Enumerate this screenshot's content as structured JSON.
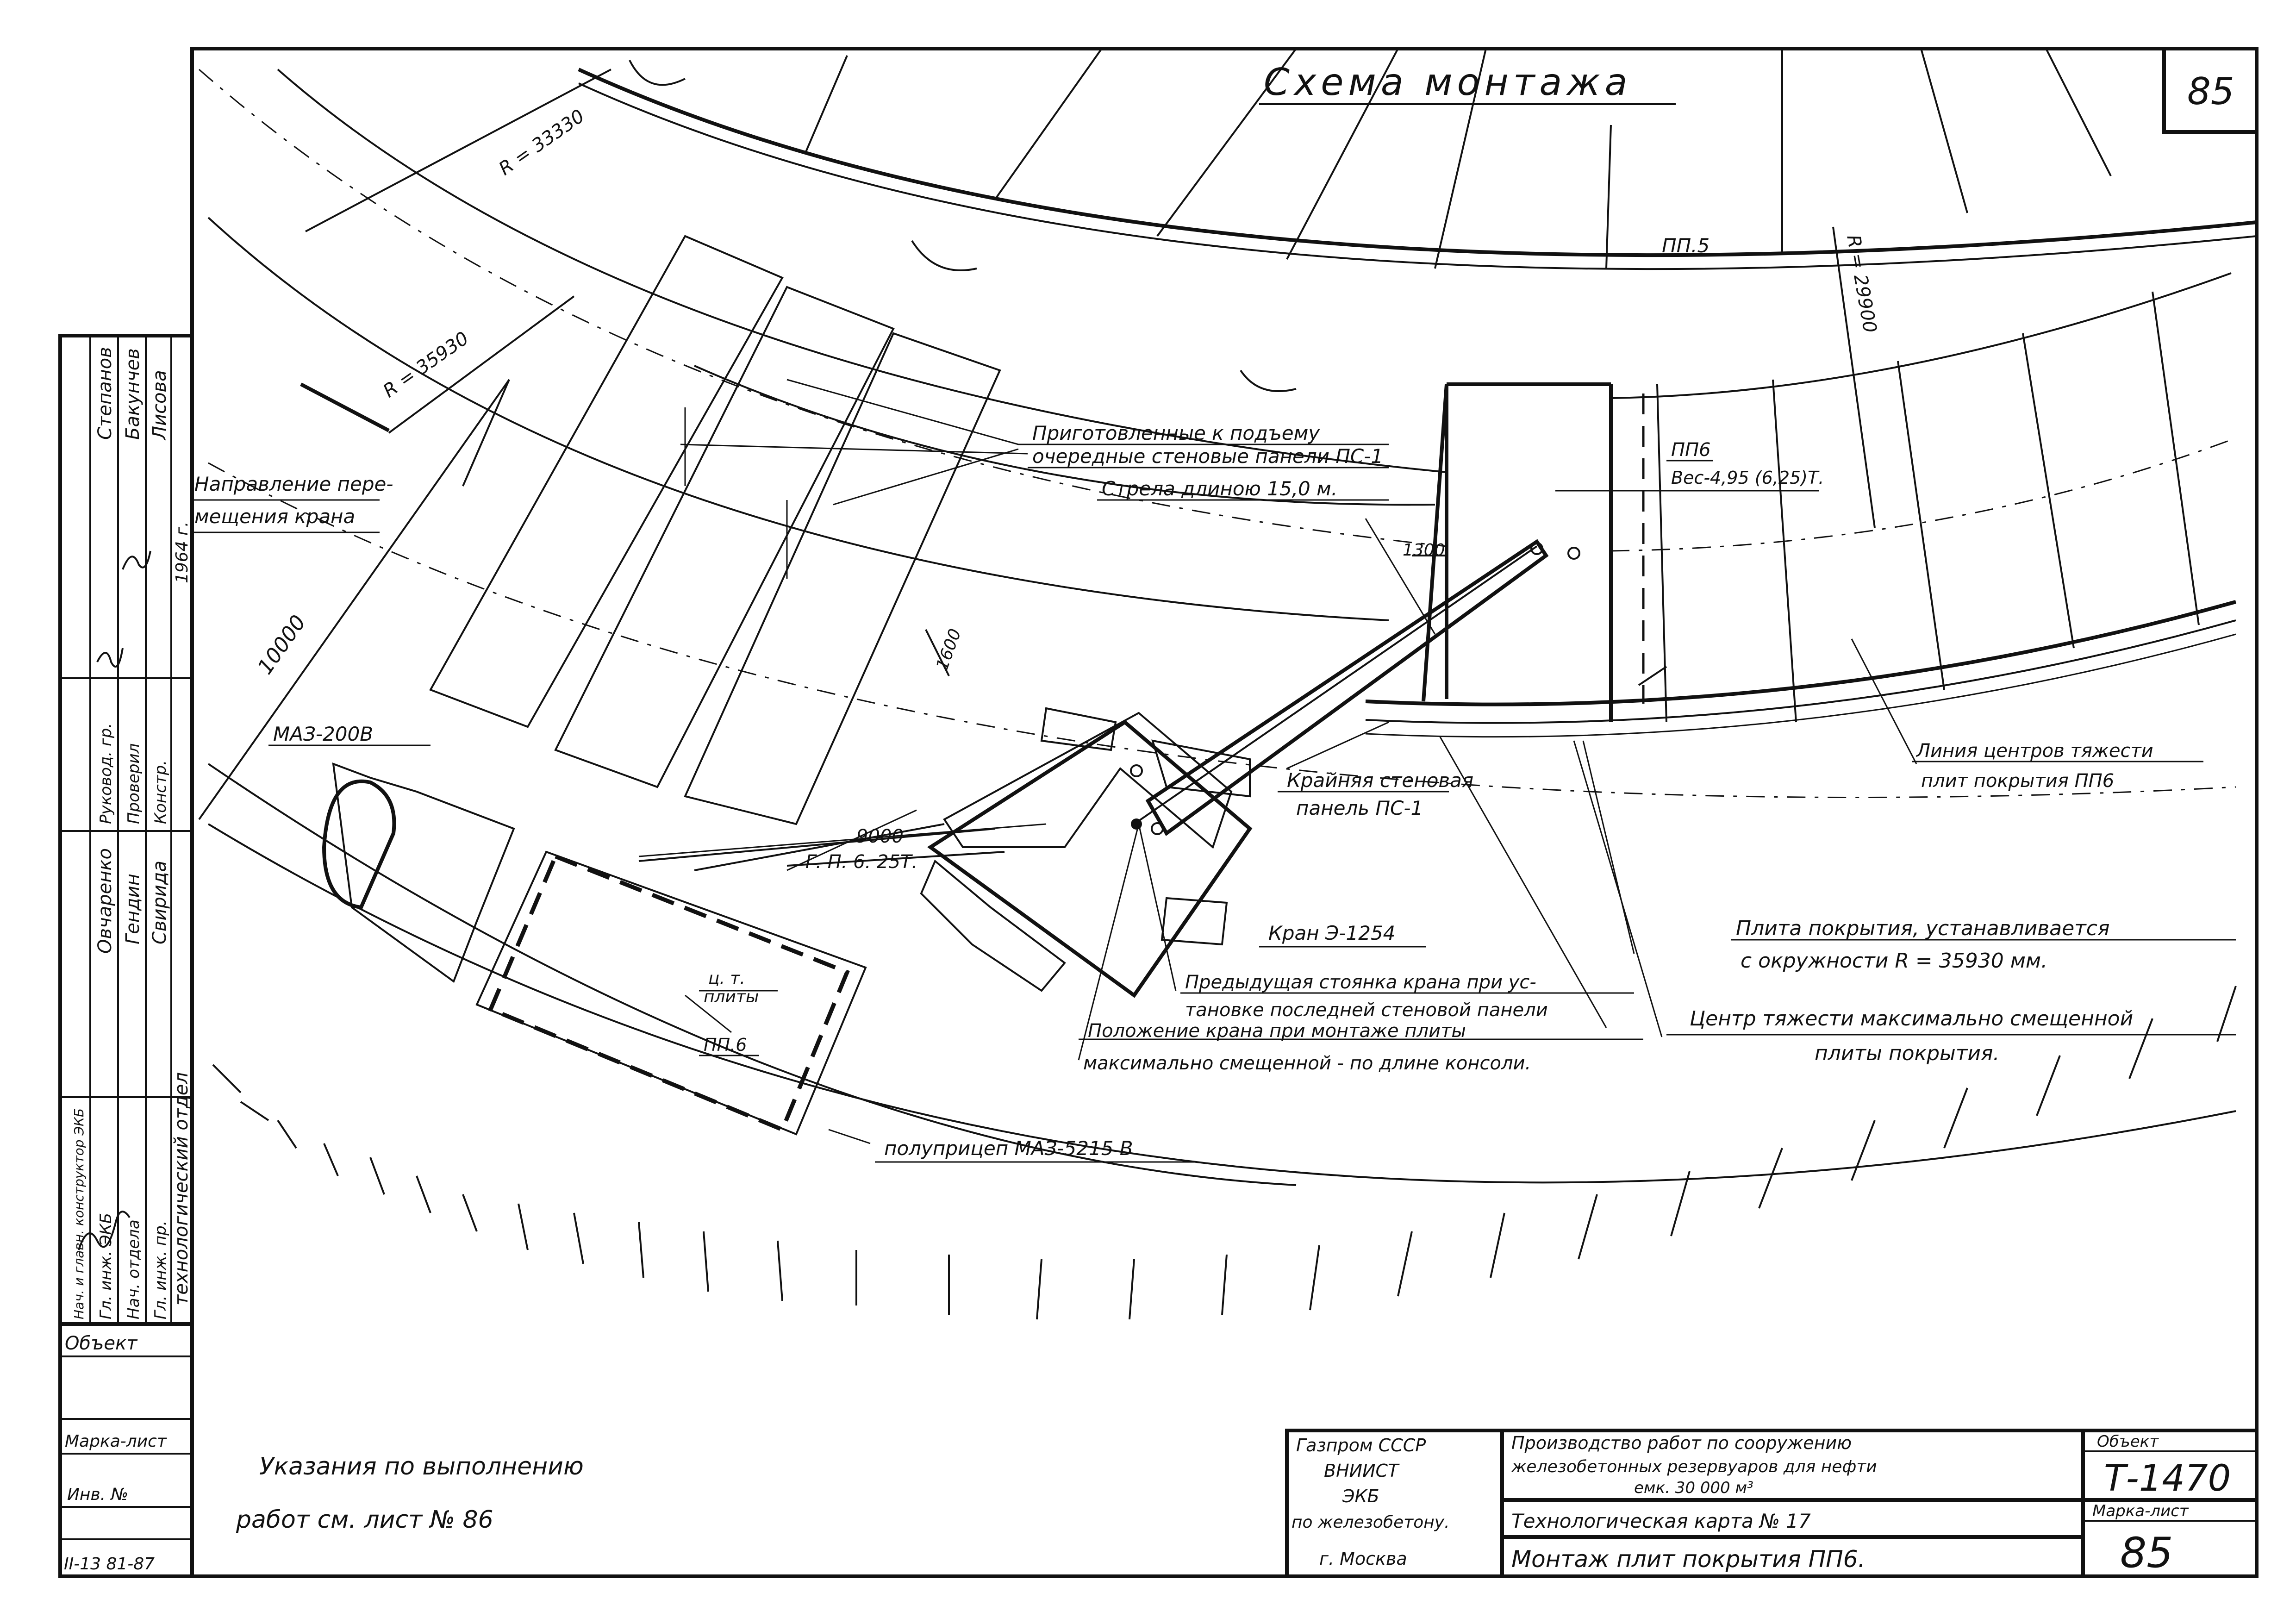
{
  "title": "Схема монтажа",
  "sheet_number_corner": "85",
  "radius_labels": {
    "r_outer_top": "R = 33330",
    "r_inner_left": "R = 35930",
    "r_tank": "R = 29900"
  },
  "dimensions": {
    "d10000": "10000",
    "d1300": "1300",
    "d1600": "1600",
    "d9000": "9000",
    "gp": "Г. П. 6. 25Т."
  },
  "callouts": {
    "pp5": "ПП.5",
    "pp6_top": "ПП6",
    "pp6_weight": "Вес-4,95 (6,25)Т.",
    "prepared_line1": "Приготовленные к подъему",
    "prepared_line2": "очередные стеновые панели ПС-1",
    "boom": "Стрела длиною 15,0 м.",
    "direction_line1": "Направление пере-",
    "direction_line2": "мещения крана",
    "maz_truck": "МАЗ-200В",
    "extreme_panel_line1": "Крайняя стеновая",
    "extreme_panel_line2": "панель ПС-1",
    "gravity_line_1": "Линия центров тяжести",
    "gravity_line_2": "плит покрытия ПП6",
    "crane": "Кран Э-1254",
    "plate_install_1": "Плита покрытия, устанавливается",
    "plate_install_2": "с окружности R = 35930 мм.",
    "prev_pos_1": "Предыдущая стоянка крана при ус-",
    "prev_pos_2": "тановке последней стеновой панели",
    "crane_pos_1": "Положение крана при монтаже плиты",
    "crane_pos_2": "максимально смещенной - по длине консоли.",
    "cg_max_1": "Центр тяжести максимально смещенной",
    "cg_max_2": "плиты покрытия.",
    "ct_1": "ц. т.",
    "ct_2": "плиты",
    "pp6_trailer": "ПП.6",
    "semitrailer": "полуприцеп МАЗ-5215 В"
  },
  "instructions": {
    "line1": "Указания по выполнению",
    "line2": "работ см. лист № 86"
  },
  "title_block": {
    "org_line1": "Газпром СССР",
    "org_line2": "ВНИИСТ",
    "org_line3": "ЭКБ",
    "org_line4": "по железобетону.",
    "org_line5": "г. Москва",
    "work_line1": "Производство работ по сооружению",
    "work_line2": "железобетонных резервуаров для нефти",
    "work_line3": "емк. 30 000 м³",
    "tech_card": "Технологическая карта № 17",
    "sheet_subject": "Монтаж плит покрытия ПП6.",
    "object_label": "Объект",
    "object_value": "Т-1470",
    "mark_label": "Марка-лист",
    "mark_value": "85"
  },
  "side_block": {
    "roles": [
      "Нач. и главн. конструктор ЭКБ",
      "Гл. инж. ЭКБ",
      "Нач. отдела",
      "Гл. инж. пр.",
      "Руковод. гр.",
      "Проверил",
      "Констр."
    ],
    "names": [
      "Овчаренко",
      "Гендин",
      "Свирида",
      "Степанов",
      "Бакунчев",
      "Лисова"
    ],
    "date": "1964 г.",
    "department": "технологический отдел",
    "object_label": "Объект",
    "mark_label": "Марка-лист",
    "inv_label": "Инв. №",
    "inv_value": "II-13 81-87"
  }
}
